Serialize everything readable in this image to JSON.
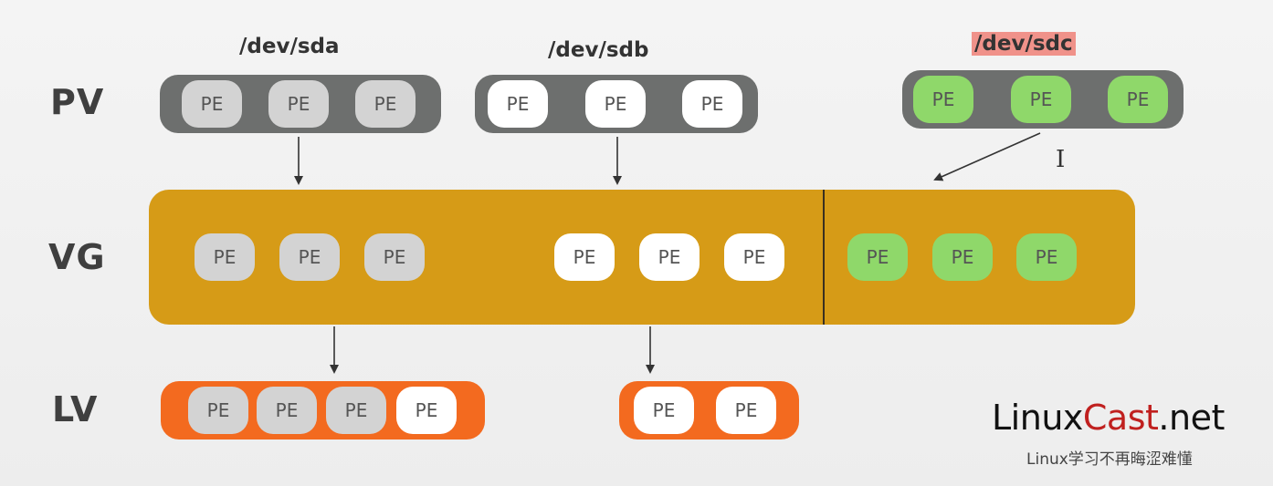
{
  "row_labels": {
    "pv": "PV",
    "vg": "VG",
    "lv": "LV"
  },
  "devices": [
    {
      "name": "/dev/sda",
      "pe_label": "PE",
      "pe_count": 3,
      "pe_color": "#d3d3d3"
    },
    {
      "name": "/dev/sdb",
      "pe_label": "PE",
      "pe_count": 3,
      "pe_color": "#ffffff"
    },
    {
      "name": "/dev/sdc",
      "pe_label": "PE",
      "pe_count": 3,
      "pe_color": "#8fd86a",
      "highlighted": true
    }
  ],
  "vg": {
    "pe_label": "PE",
    "pe_counts": {
      "sda": 3,
      "sdb": 3,
      "sdc": 3
    }
  },
  "lvs": [
    {
      "pe_label": "PE",
      "pe": [
        "gray",
        "gray",
        "gray",
        "white"
      ]
    },
    {
      "pe_label": "PE",
      "pe": [
        "white",
        "white"
      ]
    }
  ],
  "colors": {
    "pv_bar": "#6d6f6e",
    "vg_bar": "#d69b17",
    "lv_bar": "#f36a1f",
    "pe_gray": "#d3d3d3",
    "pe_white": "#ffffff",
    "pe_green": "#8fd86a",
    "highlight": "#f0928a",
    "brand_accent": "#c0201f"
  },
  "brand": {
    "part1": "Linux",
    "part2": "Cast",
    "part3": ".net",
    "tagline": "Linux学习不再晦涩难懂"
  },
  "cursor_icon": "text-cursor-icon"
}
